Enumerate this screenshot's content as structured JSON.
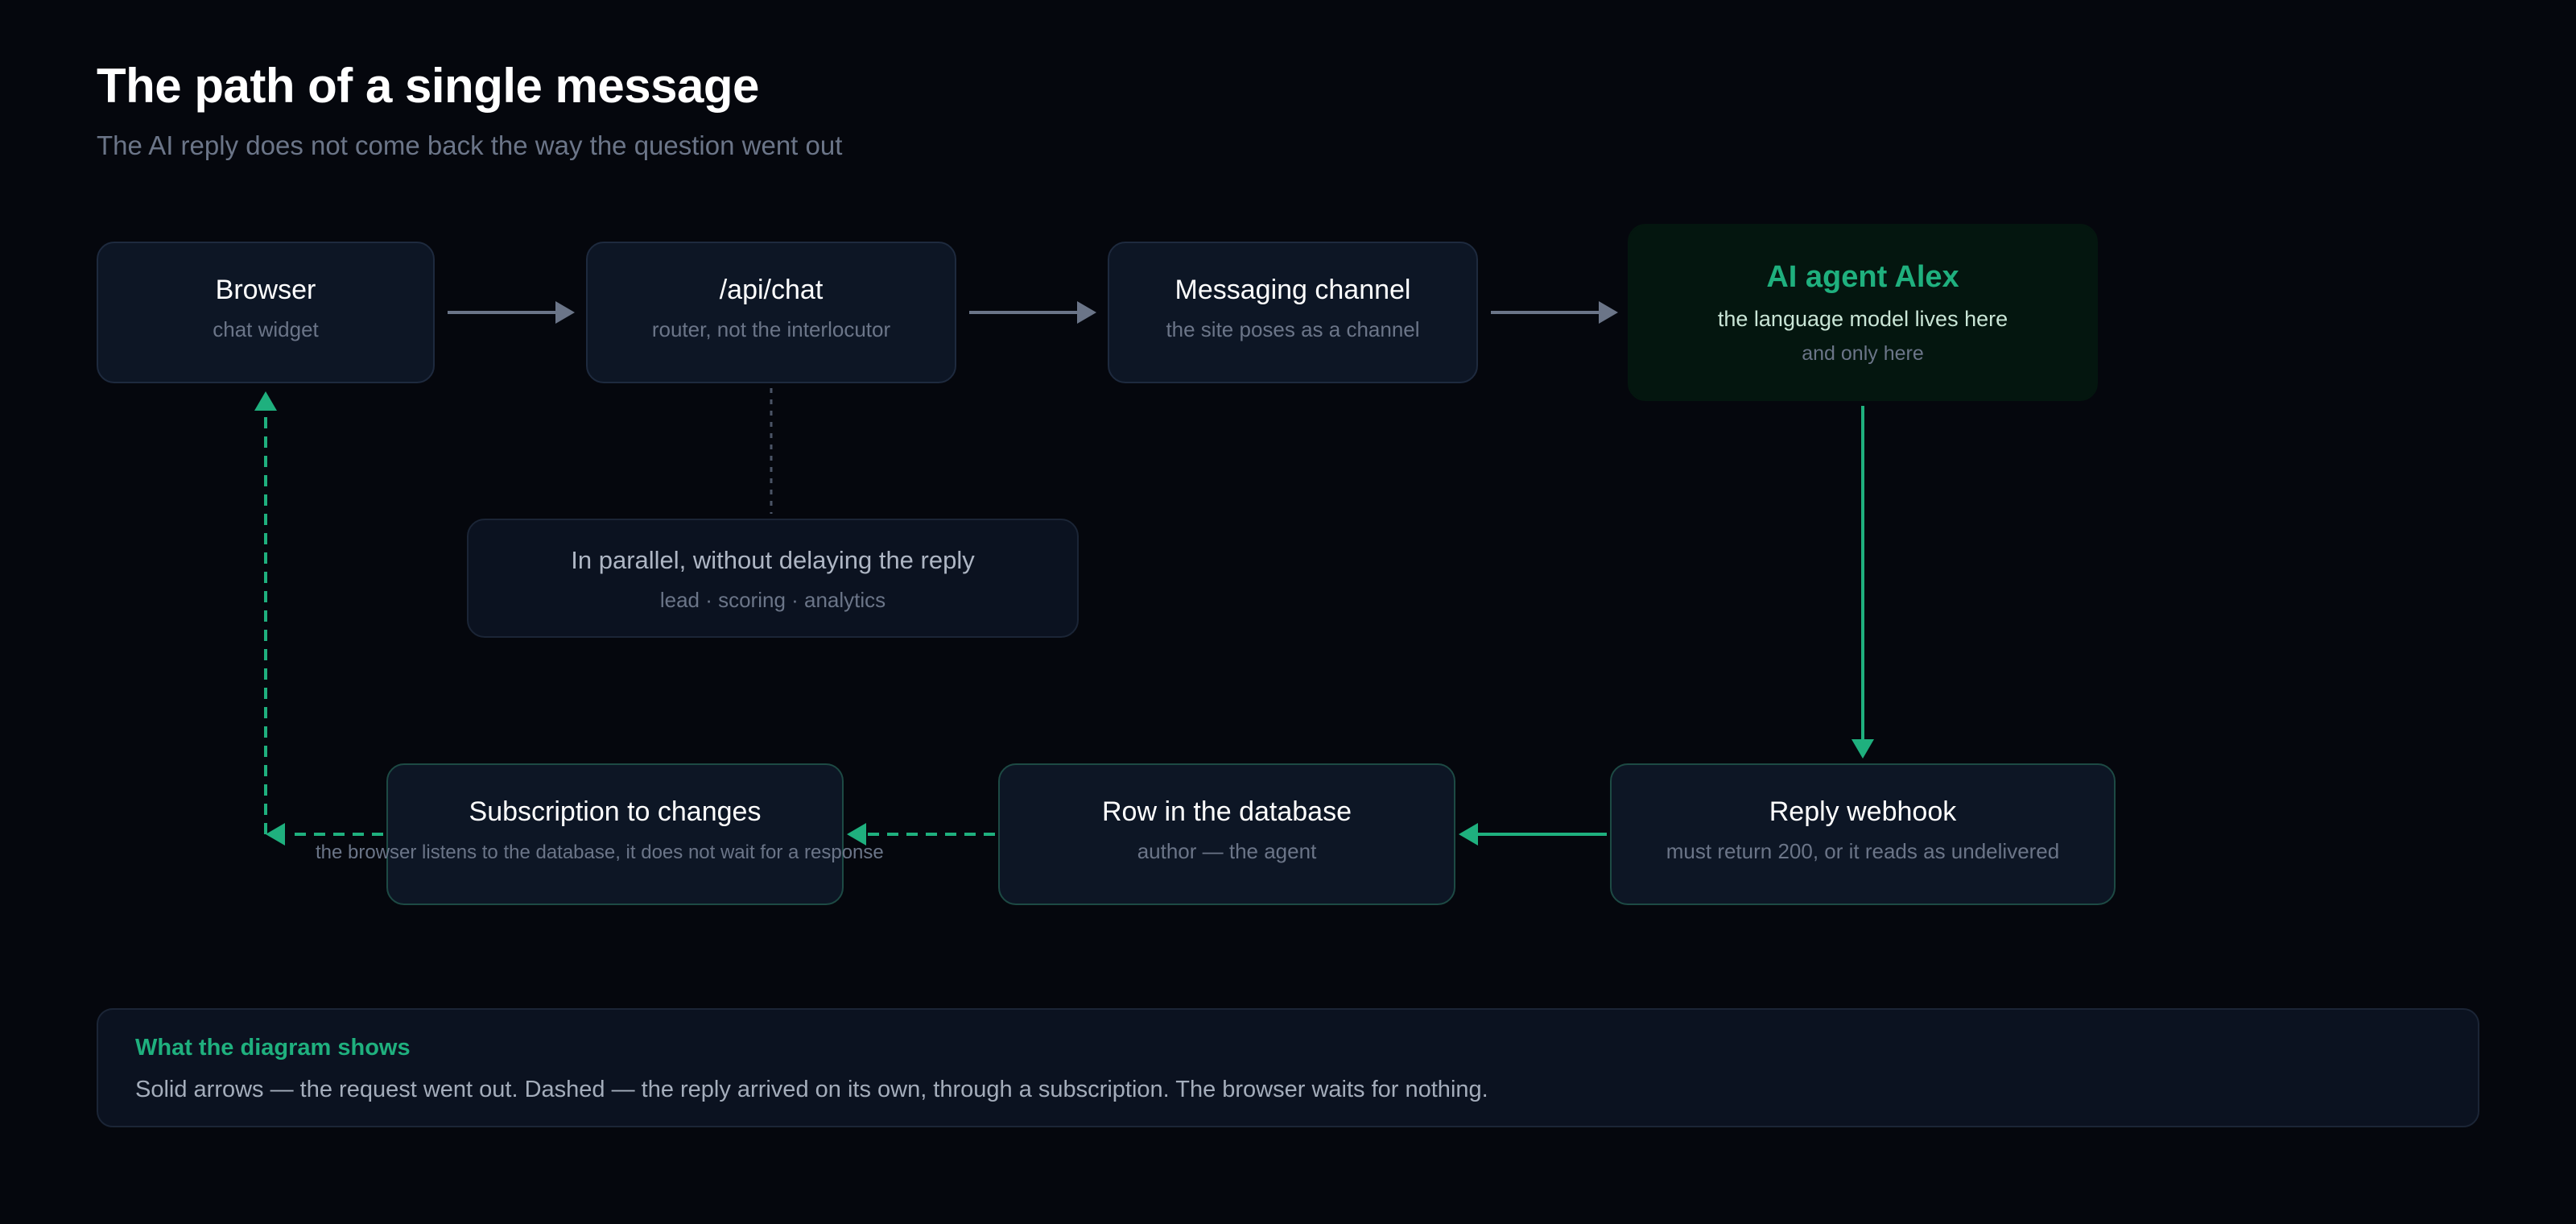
{
  "header": {
    "title": "The path of a single message",
    "subtitle": "The AI reply does not come back the way the question went out"
  },
  "nodes": {
    "browser": {
      "label": "Browser",
      "desc": "chat widget"
    },
    "api_chat": {
      "label": "/api/chat",
      "desc": "router, not the interlocutor"
    },
    "channel": {
      "label": "Messaging channel",
      "desc": "the site poses as a channel"
    },
    "agent": {
      "label": "AI agent Alex",
      "desc": "the language model lives here",
      "desc2": "and only here"
    },
    "parallel": {
      "label": "In parallel, without delaying the reply",
      "desc": "lead · scoring · analytics"
    },
    "webhook": {
      "label": "Reply webhook",
      "desc": "must return 200, or it reads as undelivered"
    },
    "row_db": {
      "label": "Row in the database",
      "desc": "author — the agent"
    },
    "subscription": {
      "label": "Subscription to changes"
    },
    "subscription_note": "the browser listens to the database, it does not wait for a response"
  },
  "summary": {
    "title": "What the diagram shows",
    "text": "Solid arrows — the request went out. Dashed — the reply arrived on its own, through a subscription. The browser waits for nothing."
  },
  "colors": {
    "accent": "#1fb07e",
    "arrow_gray": "#6b7588",
    "background": "#05070d",
    "box": "#0d1625"
  }
}
